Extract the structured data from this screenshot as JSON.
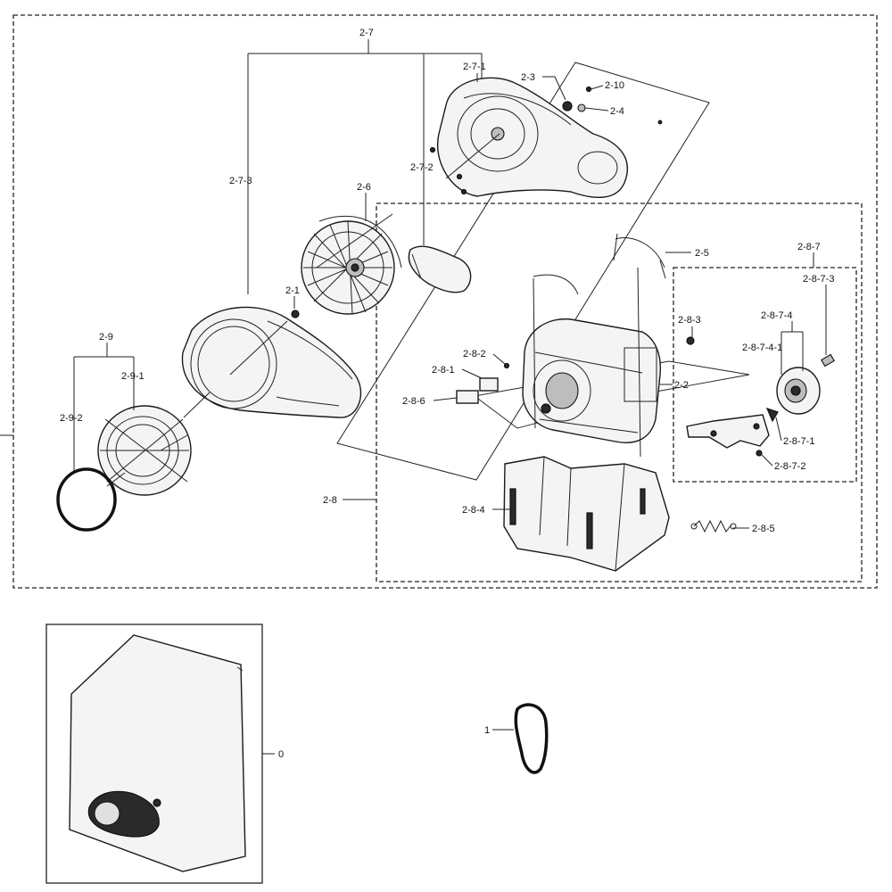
{
  "labels": {
    "l_2_7": "2-7",
    "l_2_7_1": "2-7-1",
    "l_2_7_2": "2-7-2",
    "l_2_7_3": "2-7-3",
    "l_2_6": "2-6",
    "l_2_1": "2-1",
    "l_2_3": "2-3",
    "l_2_10": "2-10",
    "l_2_4": "2-4",
    "l_2_5": "2-5",
    "l_2_9": "2-9",
    "l_2_9_1": "2-9-1",
    "l_2_9_2": "2-9-2",
    "l_2_8": "2-8",
    "l_2_8_1": "2-8-1",
    "l_2_8_2": "2-8-2",
    "l_2_8_3": "2-8-3",
    "l_2_8_4": "2-8-4",
    "l_2_8_5": "2-8-5",
    "l_2_8_6": "2-8-6",
    "l_2_2": "2-2",
    "l_2_8_7": "2-8-7",
    "l_2_8_7_1": "2-8-7-1",
    "l_2_8_7_2": "2-8-7-2",
    "l_2_8_7_3": "2-8-7-3",
    "l_2_8_7_4": "2-8-7-4",
    "l_2_8_7_4_1": "2-8-7-4-1",
    "l_0": "0",
    "l_1": "1"
  }
}
